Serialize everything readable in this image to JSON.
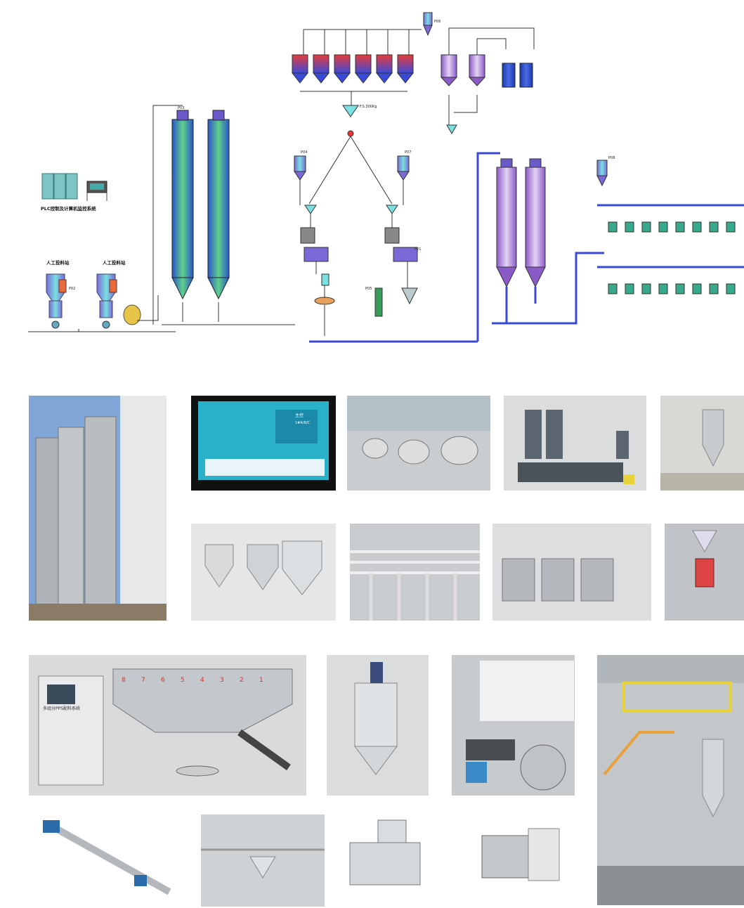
{
  "diagram": {
    "plc_caption": "PLC控制及计算机监控系统",
    "manual_station_1": "人工投料站",
    "manual_station_2": "人工投料站",
    "tags": {
      "p02": "P02",
      "p03": "P03",
      "p04": "P04",
      "p05": "P05",
      "p06": "P06",
      "p07": "P07",
      "p08": "P08",
      "p21": "P21",
      "weigh": "F.S.300Kg"
    }
  },
  "photos": {
    "hmi_label": "主控",
    "hmi_sub": "1#A/B/C",
    "feeder_numbers": [
      "8",
      "7",
      "6",
      "5",
      "4",
      "3",
      "2",
      "1"
    ],
    "feeder_panel_text": "多组分PPS配料系统"
  }
}
